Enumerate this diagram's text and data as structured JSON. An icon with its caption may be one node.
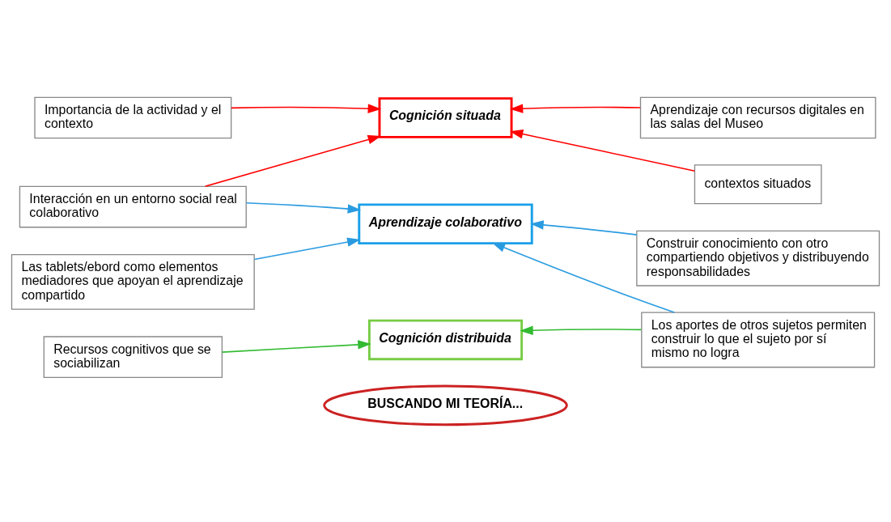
{
  "diagram": {
    "nodes": [
      {
        "text": [
          "BUSCANDO MI TEORÍA..."
        ]
      },
      {
        "text": [
          "Importancia de la actividad y el contexto"
        ]
      },
      {
        "text": [
          "Cognición situada"
        ]
      },
      {
        "text": [
          "Aprendizaje con recursos digitales en las salas del Museo"
        ]
      },
      {
        "text": [
          "Las tablets/ebord como elementos mediadores que apoyan el aprendizaje compartido"
        ]
      },
      {
        "text": [
          "Los aportes de otros sujetos permiten construir lo que el sujeto por sí mismo no logra"
        ]
      },
      {
        "text": [
          "Cognición distribuida"
        ]
      },
      {
        "text": [
          "Recursos cognitivos que se sociabilizan"
        ]
      },
      {
        "text": [
          "Construir conocimiento con otro compartiendo objetivos y distribuyendo responsabilidades"
        ]
      },
      {
        "text": [
          "Aprendizaje colaborativo"
        ]
      },
      {
        "text": [
          "Interacción en un entorno social real colaborativo"
        ]
      },
      {
        "text": [
          "contextos situados"
        ]
      }
    ],
    "edges": [
      {
        "from": 1,
        "to": 2,
        "arrow": "to",
        "color": "#ff0000"
      },
      {
        "from": 3,
        "to": 2,
        "arrow": "to",
        "color": "#ff0000"
      },
      {
        "from": 4,
        "to": 9,
        "arrow": "to",
        "color": "#2a9be0"
      },
      {
        "from": 5,
        "to": 6,
        "arrow": "to",
        "color": "#33bb33"
      },
      {
        "from": 5,
        "to": 9,
        "arrow": "to",
        "color": "#2a9be0"
      },
      {
        "from": 7,
        "to": 6,
        "arrow": "to",
        "color": "#33bb33"
      },
      {
        "from": 8,
        "to": 9,
        "arrow": "to",
        "color": "#2a9be0"
      },
      {
        "from": 10,
        "to": 2,
        "arrow": "to",
        "color": "#ff0000"
      },
      {
        "from": 10,
        "to": 9,
        "arrow": "to",
        "color": "#2a9be0"
      },
      {
        "from": 11,
        "to": 2,
        "arrow": "to",
        "color": "#ff0000"
      }
    ]
  }
}
